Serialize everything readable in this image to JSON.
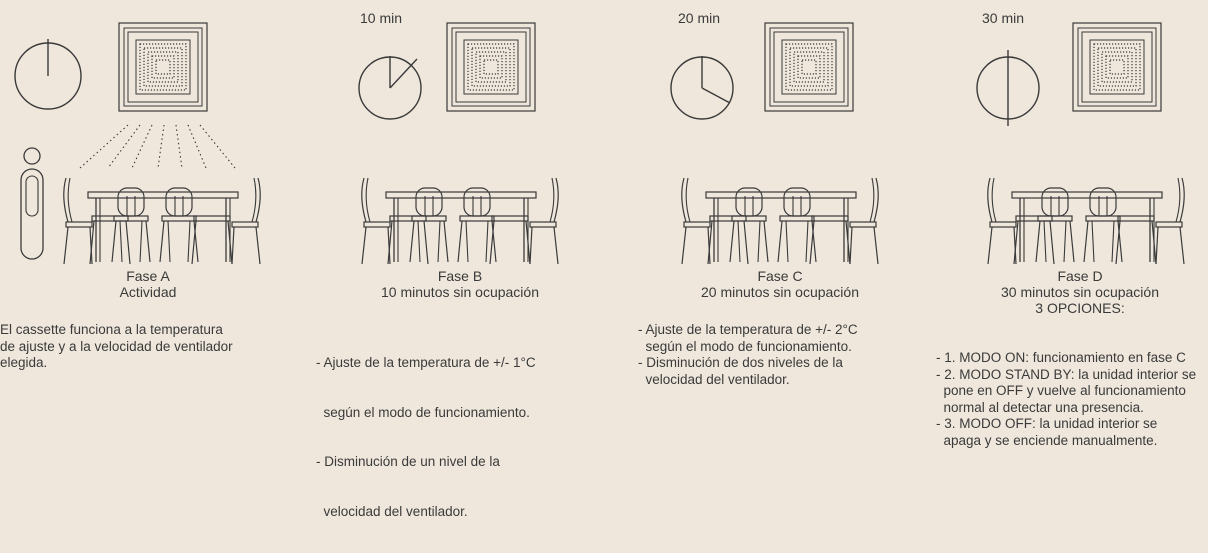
{
  "phases": [
    {
      "id": "A",
      "time": "",
      "title": "Fase A",
      "subtitle": "Actividad",
      "extra": "",
      "description": [
        "El cassette funciona a la temperatura",
        "de ajuste y a la velocidad de ventilador",
        "elegida."
      ]
    },
    {
      "id": "B",
      "time": "10 min",
      "title": "Fase B",
      "subtitle": "10 minutos sin ocupación",
      "extra": "",
      "description": [
        "- Ajuste de la temperatura de +/- 1°C",
        "  según el modo de funcionamiento.",
        "- Disminución de un nivel de la",
        "  velocidad del ventilador."
      ]
    },
    {
      "id": "C",
      "time": "20 min",
      "title": "Fase C",
      "subtitle": "20 minutos sin ocupación",
      "extra": "",
      "description": [
        "- Ajuste de la temperatura de +/- 2°C",
        "  según el modo de funcionamiento.",
        "- Disminución de dos niveles de la",
        "  velocidad del ventilador."
      ]
    },
    {
      "id": "D",
      "time": "30 min",
      "title": "Fase D",
      "subtitle": "30 minutos sin ocupación",
      "extra": "3 OPCIONES:",
      "description": [
        "- 1. MODO ON: funcionamiento en fase C",
        "- 2. MODO STAND BY: la unidad interior se",
        "  pone en OFF y vuelve al funcionamiento",
        "  normal al detectar una presencia.",
        "- 3. MODO OFF: la unidad interior se",
        "  apaga y se enciende manualmente."
      ]
    }
  ],
  "colors": {
    "background": "#efe7dc",
    "line": "#3a3a3a"
  },
  "icons": [
    "clock-icon",
    "cassette-unit-icon",
    "dining-table-icon",
    "person-icon",
    "airflow-icon"
  ]
}
